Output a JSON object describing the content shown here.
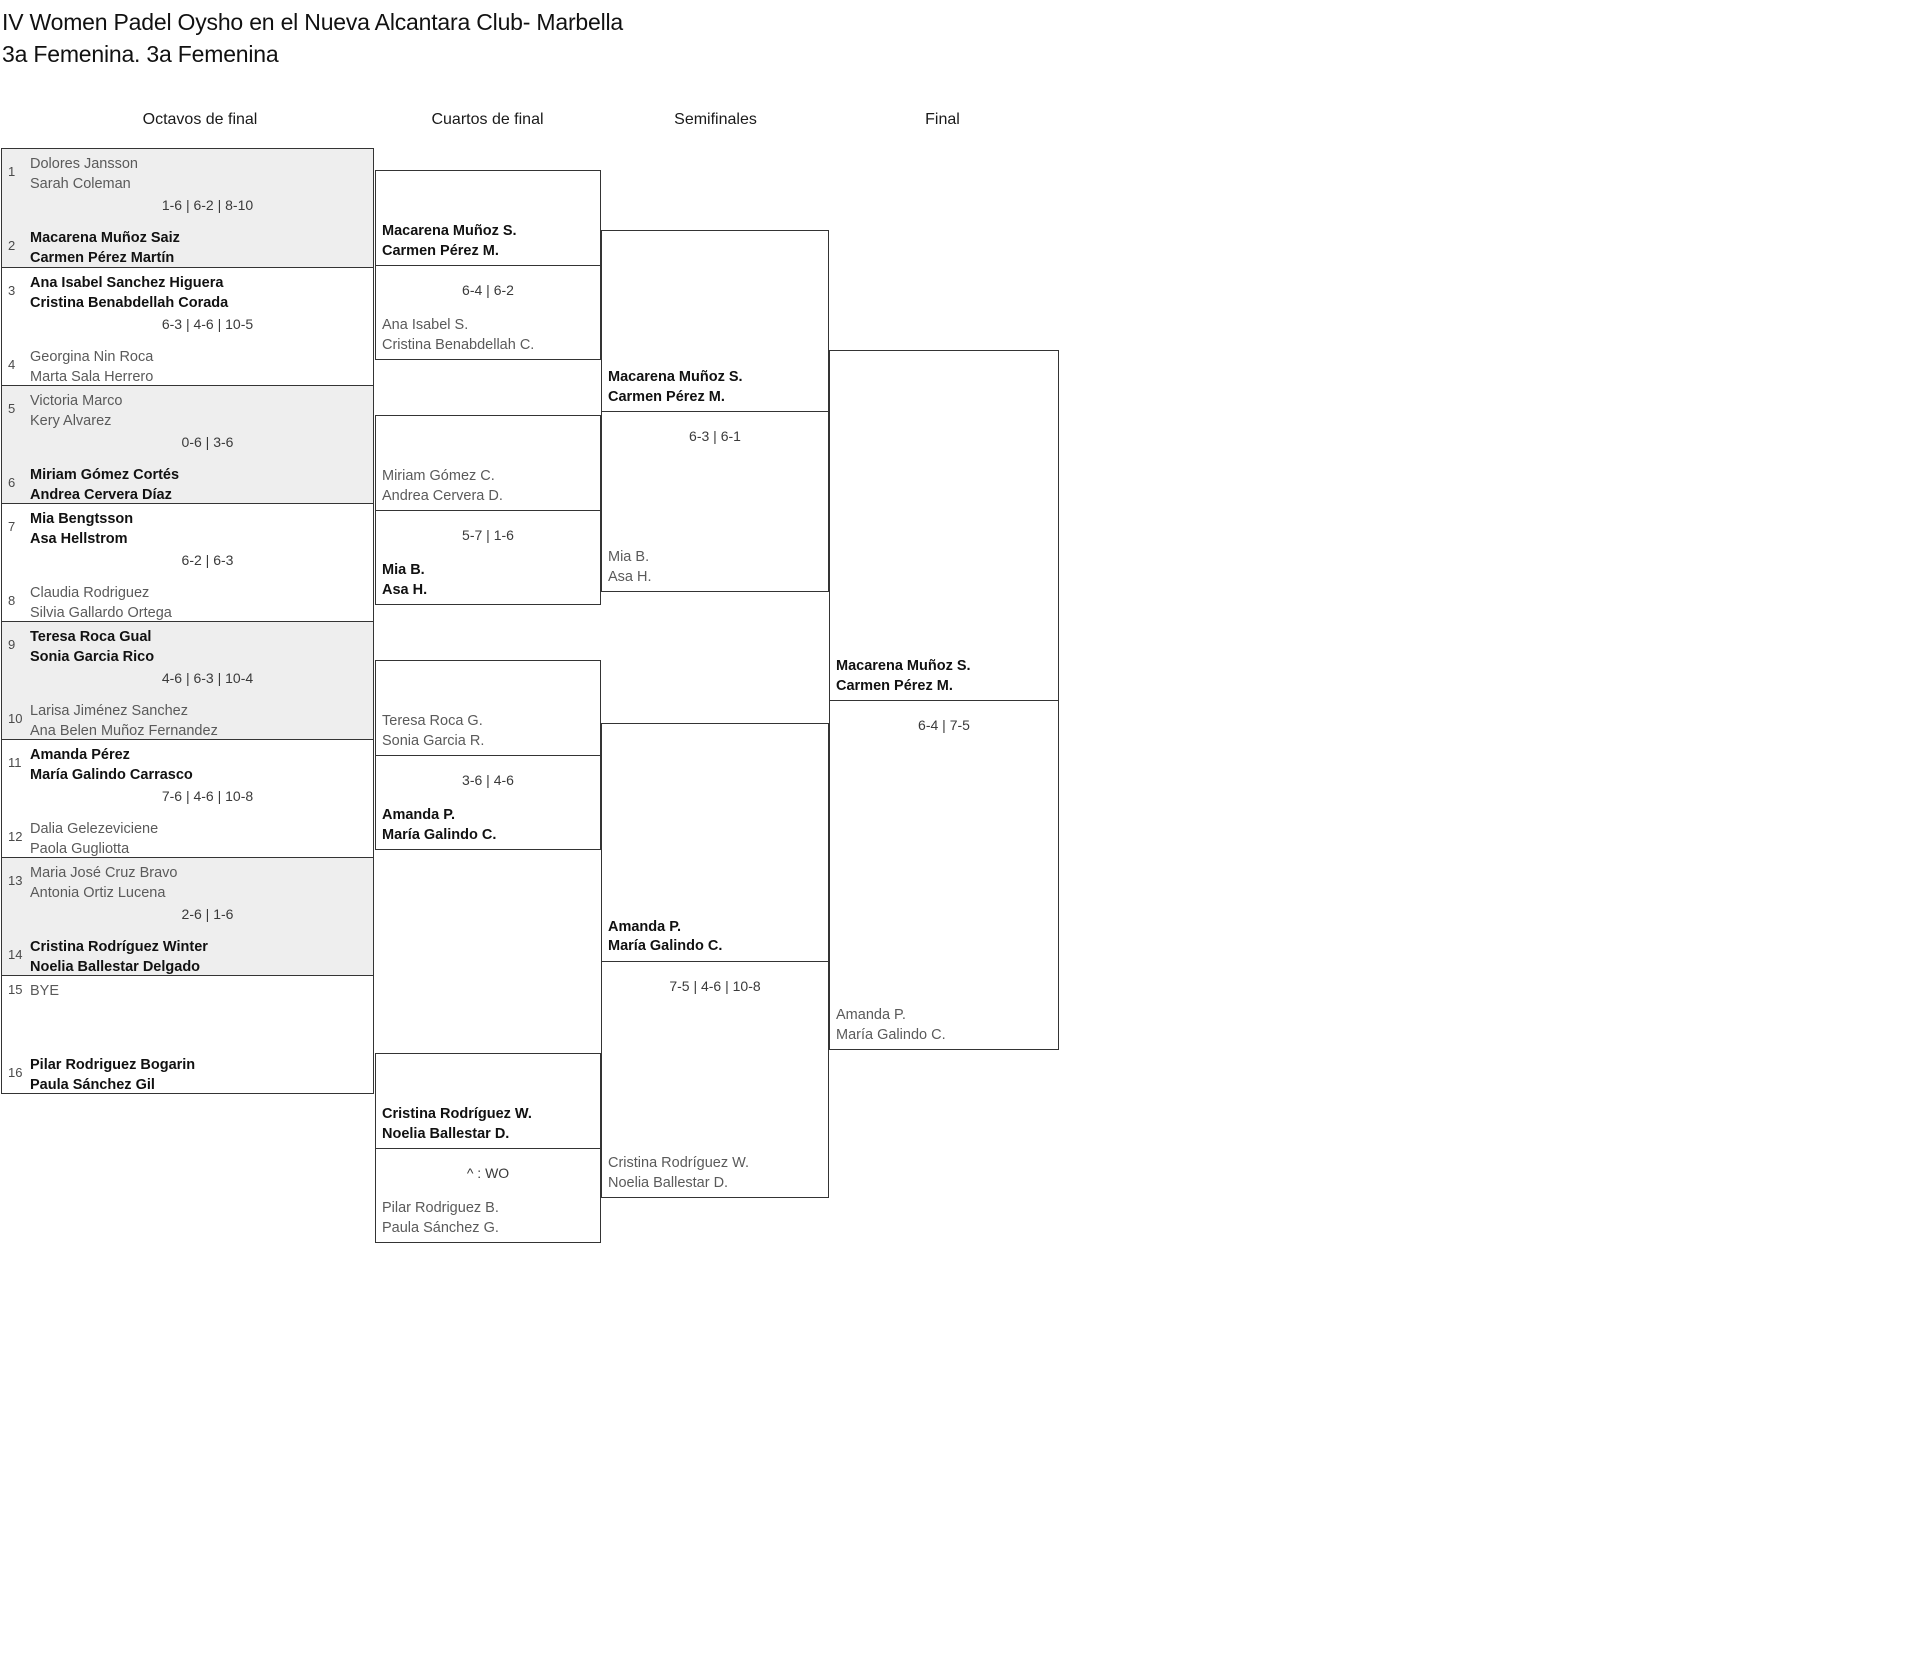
{
  "title": {
    "line1": "IV Women Padel Oysho en el Nueva Alcantara Club- Marbella",
    "line2": "3a Femenina. 3a Femenina"
  },
  "rounds": [
    {
      "label": "Octavos de final"
    },
    {
      "label": "Cuartos de final"
    },
    {
      "label": "Semifinales"
    },
    {
      "label": "Final"
    }
  ],
  "bracket": {
    "round1": [
      {
        "seed_top": "1",
        "top": [
          "Dolores Jansson",
          "Sarah Coleman"
        ],
        "seed_bot": "2",
        "bottom": [
          "Macarena Muñoz Saiz",
          "Carmen Pérez Martín"
        ],
        "score": "1-6 | 6-2 | 8-10",
        "winner": "bottom"
      },
      {
        "seed_top": "3",
        "top": [
          "Ana Isabel Sanchez Higuera",
          "Cristina Benabdellah Corada"
        ],
        "seed_bot": "4",
        "bottom": [
          "Georgina Nin Roca",
          "Marta Sala Herrero"
        ],
        "score": "6-3 | 4-6 | 10-5",
        "winner": "top"
      },
      {
        "seed_top": "5",
        "top": [
          "Victoria Marco",
          "Kery Alvarez"
        ],
        "seed_bot": "6",
        "bottom": [
          "Miriam Gómez Cortés",
          "Andrea Cervera Díaz"
        ],
        "score": "0-6 | 3-6",
        "winner": "bottom"
      },
      {
        "seed_top": "7",
        "top": [
          "Mia Bengtsson",
          "Asa Hellstrom"
        ],
        "seed_bot": "8",
        "bottom": [
          "Claudia Rodriguez",
          "Silvia Gallardo Ortega"
        ],
        "score": "6-2 | 6-3",
        "winner": "top"
      },
      {
        "seed_top": "9",
        "top": [
          "Teresa Roca Gual",
          "Sonia Garcia Rico"
        ],
        "seed_bot": "10",
        "bottom": [
          "Larisa Jiménez Sanchez",
          "Ana Belen Muñoz Fernandez"
        ],
        "score": "4-6 | 6-3 | 10-4",
        "winner": "top"
      },
      {
        "seed_top": "11",
        "top": [
          "Amanda Pérez",
          "María Galindo Carrasco"
        ],
        "seed_bot": "12",
        "bottom": [
          "Dalia Gelezeviciene",
          "Paola Gugliotta"
        ],
        "score": "7-6 | 4-6 | 10-8",
        "winner": "top"
      },
      {
        "seed_top": "13",
        "top": [
          "Maria José Cruz Bravo",
          "Antonia Ortiz Lucena"
        ],
        "seed_bot": "14",
        "bottom": [
          "Cristina Rodríguez Winter",
          "Noelia Ballestar Delgado"
        ],
        "score": "2-6 | 1-6",
        "winner": "bottom"
      },
      {
        "seed_top": "15",
        "top": [
          "BYE"
        ],
        "seed_bot": "16",
        "bottom": [
          "Pilar Rodriguez Bogarin",
          "Paula Sánchez Gil"
        ],
        "score": "",
        "winner": "bottom"
      }
    ],
    "round2": [
      {
        "top": [
          "Macarena Muñoz S.",
          "Carmen Pérez M."
        ],
        "bottom": [
          "Ana Isabel S.",
          "Cristina Benabdellah C."
        ],
        "score": "6-4 | 6-2",
        "winner": "top"
      },
      {
        "top": [
          "Miriam Gómez C.",
          "Andrea Cervera D."
        ],
        "bottom": [
          "Mia B.",
          "Asa H."
        ],
        "score": "5-7 | 1-6",
        "winner": "bottom"
      },
      {
        "top": [
          "Teresa Roca G.",
          "Sonia Garcia R."
        ],
        "bottom": [
          "Amanda P.",
          "María Galindo C."
        ],
        "score": "3-6 | 4-6",
        "winner": "bottom"
      },
      {
        "top": [
          "Cristina Rodríguez W.",
          "Noelia Ballestar D."
        ],
        "bottom": [
          "Pilar Rodriguez B.",
          "Paula Sánchez G."
        ],
        "score": "^ : WO",
        "winner": "top"
      }
    ],
    "round3": [
      {
        "top": [
          "Macarena Muñoz S.",
          "Carmen Pérez M."
        ],
        "bottom": [
          "Mia B.",
          "Asa H."
        ],
        "score": "6-3 | 6-1",
        "winner": "top"
      },
      {
        "top": [
          "Amanda P.",
          "María Galindo C."
        ],
        "bottom": [
          "Cristina Rodríguez W.",
          "Noelia Ballestar D."
        ],
        "score": "7-5 | 4-6 | 10-8",
        "winner": "top"
      }
    ],
    "round4": [
      {
        "top": [
          "Macarena Muñoz S.",
          "Carmen Pérez M."
        ],
        "bottom": [
          "Amanda P.",
          "María Galindo C."
        ],
        "score": "6-4 | 7-5",
        "winner": "top"
      }
    ]
  }
}
